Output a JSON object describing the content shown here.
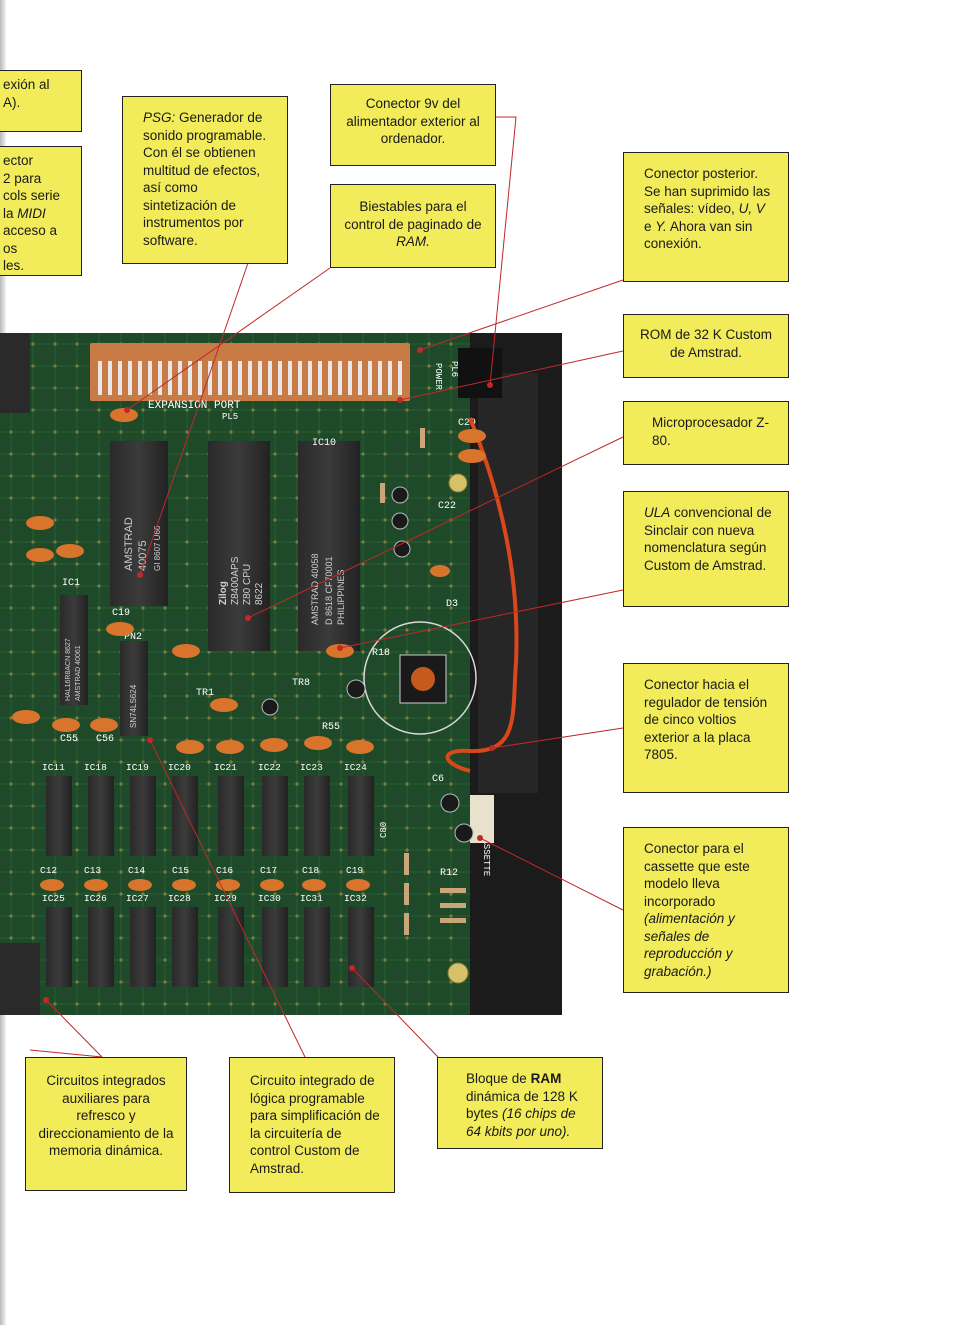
{
  "callouts": {
    "left_top_partial": {
      "l1": "exión al",
      "l2": "A)."
    },
    "left_mid_partial": {
      "l1": "ector",
      "l2": "2 para",
      "l3": "cols serie",
      "l4": "la",
      "l4_it": "MIDI",
      "l5": "acceso a",
      "l6": "os",
      "l7": "les."
    },
    "psg": {
      "lead_it": "PSG:",
      "rest": "Generador de sonido programable. Con él se obtienen multitud de efectos, así como sintetización de instrumentos por software."
    },
    "conector9v": {
      "text": "Conector 9v del alimentador exterior al ordenador."
    },
    "biestables": {
      "text": "Biestables para el control de paginado de",
      "it": "RAM."
    },
    "conector_posterior": {
      "text1": "Conector posterior. Se han suprimido las señales: vídeo,",
      "it1": "U, V",
      "text2": "e",
      "it2": "Y.",
      "text3": "Ahora van sin conexión."
    },
    "rom": {
      "text": "ROM de 32 K Custom de Amstrad."
    },
    "micro": {
      "text": "Microprocesador Z-80."
    },
    "ula": {
      "lead_it": "ULA",
      "rest": "convencional de Sinclair con nueva nomenclatura según Custom de Amstrad."
    },
    "regulador": {
      "text": "Conector hacia el regulador de tensión de cinco voltios exterior a la placa 7805."
    },
    "cassette": {
      "text": "Conector para el cassette que este modelo lleva incorporado",
      "it": "(alimentación y señales de reproducción y grabación.)"
    },
    "circuitos": {
      "text": "Circuitos integrados auxiliares para refresco y direccionamiento de la memoria dinámica."
    },
    "logica": {
      "text": "Circuito integrado de lógica programable para simplificación de la circuitería de control Custom de Amstrad."
    },
    "ram": {
      "t1": "Bloque de",
      "b1": "RAM",
      "t2": "dinámica de 128 K bytes",
      "it": "(16 chips de 64 kbits por uno)."
    }
  },
  "board": {
    "expansion_label": "EXPANSION PORT",
    "pl5": "PL5",
    "power": "POWER",
    "pl6": "PL6",
    "cassette": "CASSETTE",
    "chip_amstrad_psg": {
      "l1": "AMSTRAD",
      "l2": "40075",
      "l3": "GI 8607 U66"
    },
    "chip_z80": {
      "l1": "Zilog",
      "l2": "Z8400APS",
      "l3": "Z80 CPU",
      "l4": "8622"
    },
    "chip_ula": {
      "l1": "AMSTRAD 40058",
      "l2": "D 8618 CF70001",
      "l3": "PHILIPPINES"
    },
    "chip_pal": {
      "l1": "HAL16R8ACN 8627",
      "l2": "AMSTRAD 40061"
    },
    "chip_ls": "SN74LS624",
    "ic_row1": [
      "IC11",
      "IC18",
      "IC19",
      "IC20",
      "IC21",
      "IC22",
      "IC23",
      "IC24"
    ],
    "ic_row2": [
      "IC25",
      "IC26",
      "IC27",
      "IC28",
      "IC29",
      "IC30",
      "IC31",
      "IC32"
    ],
    "c_row1": [
      "C12",
      "C13",
      "C14",
      "C15",
      "C16",
      "C17",
      "C18",
      "C19"
    ],
    "labels": {
      "ic1": "IC1",
      "ic10": "IC10",
      "c19": "C19",
      "pn2": "PN2",
      "tr1": "TR1",
      "tr8": "TR8",
      "r55": "R55",
      "r18": "R18",
      "r12": "R12",
      "c29": "C29",
      "c6": "C6",
      "c80": "C80",
      "c55": "C55",
      "c56": "C56",
      "c22": "C22",
      "d3": "D3"
    }
  },
  "colors": {
    "callout_fill": "#f2ec5a",
    "leader_line": "#c0282a",
    "pcb_green": "#1f4a2a"
  }
}
